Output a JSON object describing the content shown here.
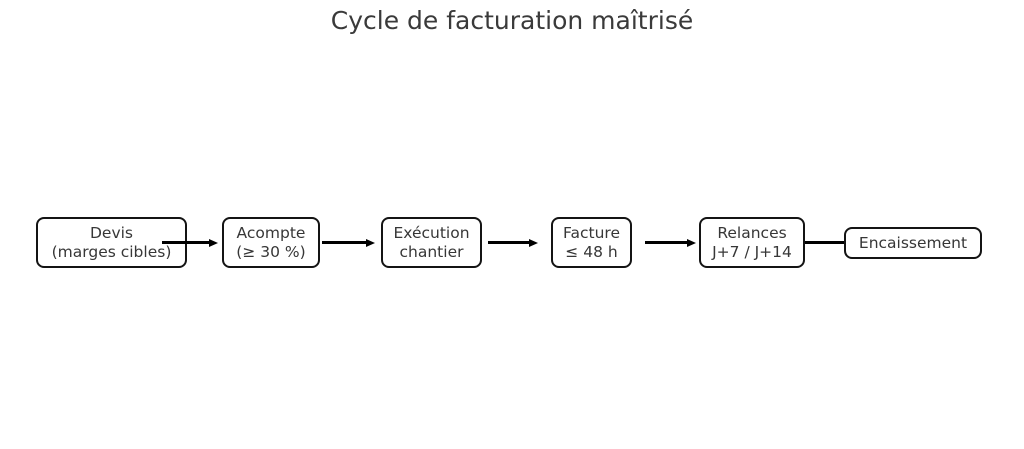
{
  "title": "Cycle de facturation maîtrisé",
  "diagram": {
    "type": "flowchart",
    "direction": "left-to-right",
    "steps": [
      {
        "id": "devis",
        "lines": [
          "Devis",
          "(marges cibles)"
        ]
      },
      {
        "id": "acompte",
        "lines": [
          "Acompte",
          "(≥ 30 %)"
        ]
      },
      {
        "id": "execution",
        "lines": [
          "Exécution",
          "chantier"
        ]
      },
      {
        "id": "facture",
        "lines": [
          "Facture",
          "≤ 48 h"
        ]
      },
      {
        "id": "relances",
        "lines": [
          "Relances",
          "J+7 / J+14"
        ]
      },
      {
        "id": "encaissement",
        "lines": [
          "Encaissement"
        ]
      }
    ],
    "connectors": [
      {
        "from": "devis",
        "to": "acompte",
        "style": "arrow"
      },
      {
        "from": "acompte",
        "to": "execution",
        "style": "arrow"
      },
      {
        "from": "execution",
        "to": "facture",
        "style": "arrow"
      },
      {
        "from": "facture",
        "to": "relances",
        "style": "arrow"
      },
      {
        "from": "relances",
        "to": "encaissement",
        "style": "line"
      }
    ]
  },
  "colors": {
    "background": "#ffffff",
    "box_border": "#141414",
    "box_fill": "#ffffff",
    "text": "#373737",
    "title_text": "#3a3a3a",
    "arrow": "#000000"
  }
}
